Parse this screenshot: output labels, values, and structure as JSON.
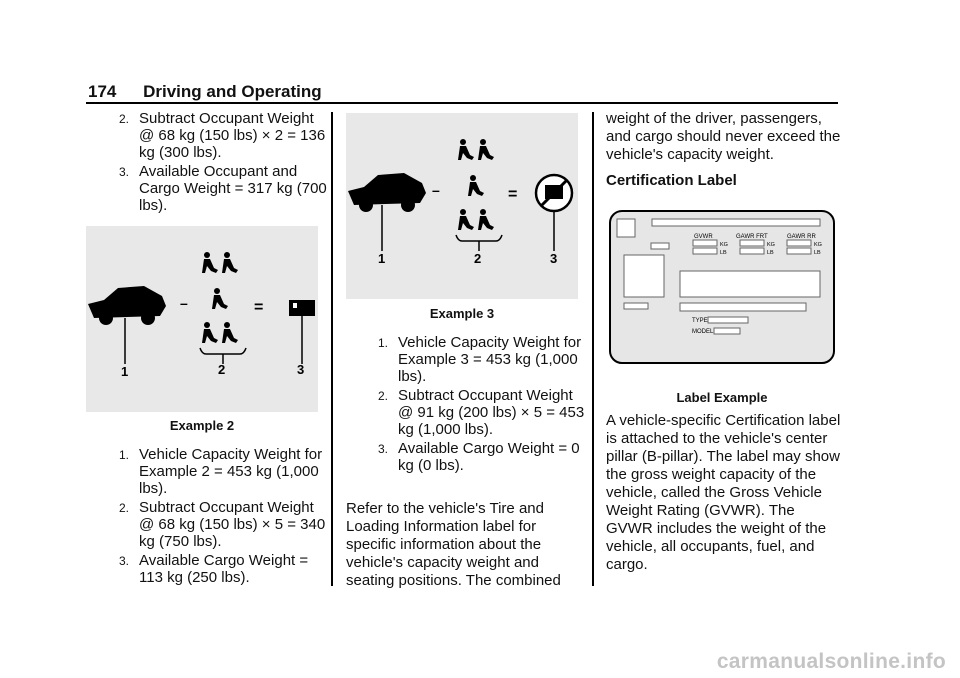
{
  "header": {
    "page_number": "174",
    "section": "Driving and Operating"
  },
  "col1": {
    "steps_top": [
      {
        "n": "2.",
        "text": "Subtract Occupant Weight @ 68 kg (150 lbs) × 2 = 136 kg (300 lbs)."
      },
      {
        "n": "3.",
        "text": "Available Occupant and Cargo Weight = 317 kg (700 lbs)."
      }
    ],
    "figure": {
      "labels": [
        "1",
        "2",
        "3"
      ],
      "minus": "–",
      "equals": "="
    },
    "caption": "Example 2",
    "steps": [
      {
        "n": "1.",
        "text": "Vehicle Capacity Weight for Example 2 = 453 kg (1,000 lbs)."
      },
      {
        "n": "2.",
        "text": "Subtract Occupant Weight @ 68 kg (150 lbs) × 5 = 340 kg (750 lbs)."
      },
      {
        "n": "3.",
        "text": "Available Cargo Weight = 113 kg (250 lbs)."
      }
    ]
  },
  "col2": {
    "figure": {
      "labels": [
        "1",
        "2",
        "3"
      ],
      "minus": "–",
      "equals": "="
    },
    "caption": "Example 3",
    "steps": [
      {
        "n": "1.",
        "text": "Vehicle Capacity Weight for Example 3 = 453 kg (1,000 lbs)."
      },
      {
        "n": "2.",
        "text": "Subtract Occupant Weight @ 91 kg (200 lbs) × 5 = 453 kg (1,000 lbs)."
      },
      {
        "n": "3.",
        "text": "Available Cargo Weight = 0 kg (0 lbs)."
      }
    ],
    "paragraph": "Refer to the vehicle's Tire and Loading Information label for specific information about the vehicle's capacity weight and seating positions. The combined"
  },
  "col3": {
    "paragraph_top": "weight of the driver, passengers, and cargo should never exceed the vehicle's capacity weight.",
    "heading": "Certification Label",
    "label": {
      "gvwr": "GVWR",
      "gawr_frt": "GAWR FRT",
      "gawr_rr": "GAWR RR",
      "kg": "KG",
      "lb": "LB",
      "type": "TYPE:",
      "model": "MODEL:"
    },
    "caption": "Label Example",
    "paragraph": "A vehicle-specific Certification label is attached to the vehicle's center pillar (B-pillar). The label may show the gross weight capacity of the vehicle, called the Gross Vehicle Weight Rating (GVWR). The GVWR includes the weight of the vehicle, all occupants, fuel, and cargo."
  },
  "watermark": "carmanualsonline.info"
}
